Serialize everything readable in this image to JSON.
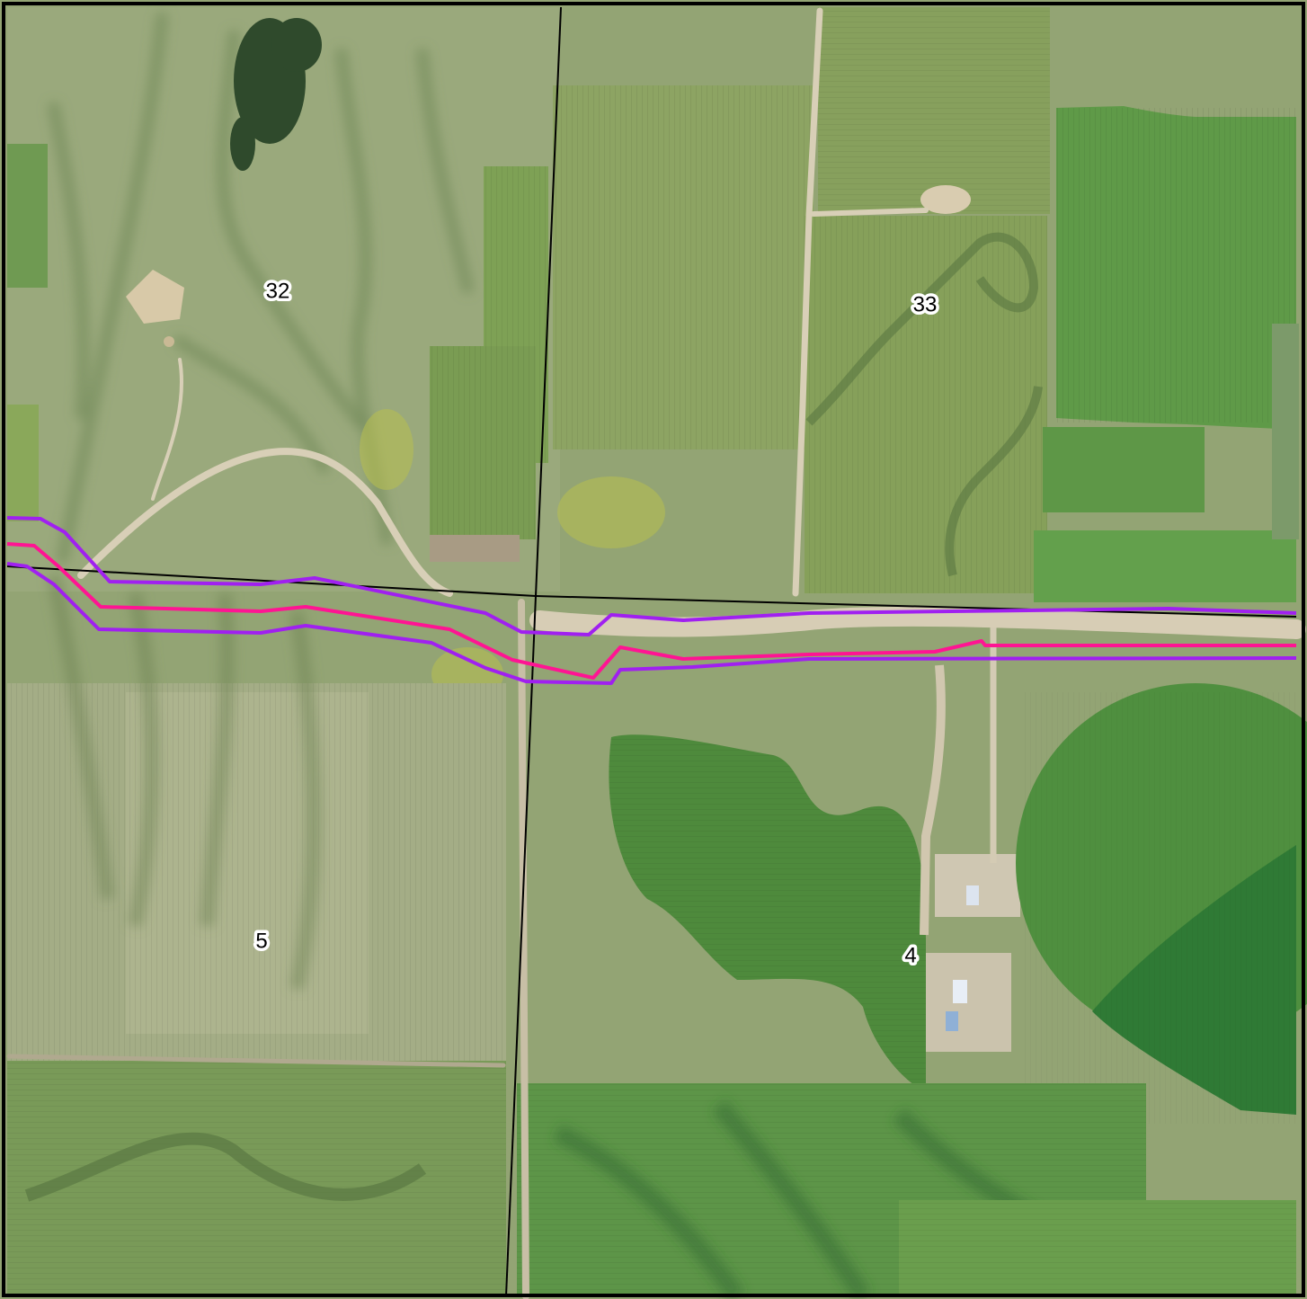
{
  "map": {
    "basemap": "aerial-imagery",
    "colors": {
      "corridor_outline": "#a020f0",
      "centerline": "#ff1493",
      "section_lines": "#000000",
      "label_halo": "#ffffff"
    },
    "section_labels": [
      {
        "id": "section-32",
        "text": "32"
      },
      {
        "id": "section-33",
        "text": "33"
      },
      {
        "id": "section-5",
        "text": "5"
      },
      {
        "id": "section-4",
        "text": "4"
      }
    ]
  }
}
